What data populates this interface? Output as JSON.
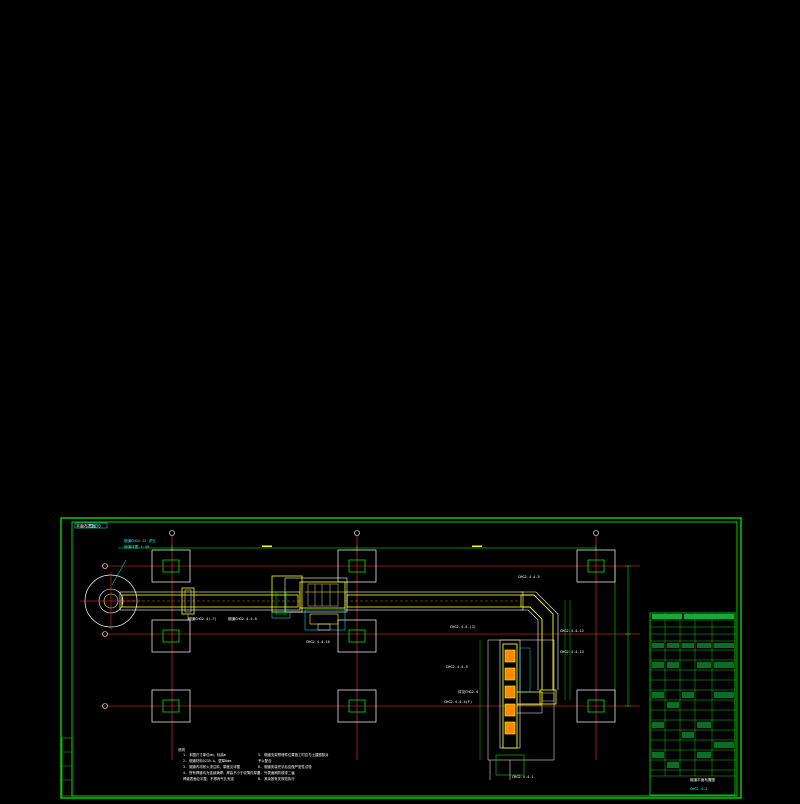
{
  "drawing": {
    "title_tag": "平面布置图",
    "scale_tag": "1:50",
    "callouts": {
      "top_left": "烟道CHG4-12 详见",
      "top_left_2": "烟道详图 1:50",
      "left_a": "烟道CHG2.4(-7)",
      "left_b": "烟道CHG2.4.4-8",
      "mid_a": "CHG2.4.4-10",
      "right_a": "CHG2.4.4-5",
      "right_b": "CHG2.4.4-12",
      "right_c": "CHG2.4.4-13",
      "right_d": "CHG2.4.4-(3)",
      "right_e": "CHG2.4.4-3",
      "right_f": "详见CHG2.4",
      "right_g": "CHG2.4.4-4(F)",
      "bottom": "CHG2.4.4-1"
    },
    "grid_symbol": "⊕",
    "notes_title": "说明",
    "notes_left": [
      "1. 本图尺寸单位mm，标高m",
      "2. 烟道材料Q235-A，壁厚6mm",
      "3. 烟道内衬耐火浇注料，厚度见详图",
      "4. 所有焊缝均为连续满焊，焊高不小于较薄件厚度",
      "   焊缝表面应平整，不得有气孔夹渣"
    ],
    "notes_right": [
      "5. 烟道支架预埋件位置施工时应与土建图核对",
      "   予以配合",
      "6. 烟道安装完毕后应做严密性试验",
      "7. 外表面刷防锈漆二遍",
      "8. 其余按有关规范执行"
    ],
    "title_block": {
      "project": "烟道平面布置图",
      "drawing_no": "CHG2.4-1"
    }
  }
}
